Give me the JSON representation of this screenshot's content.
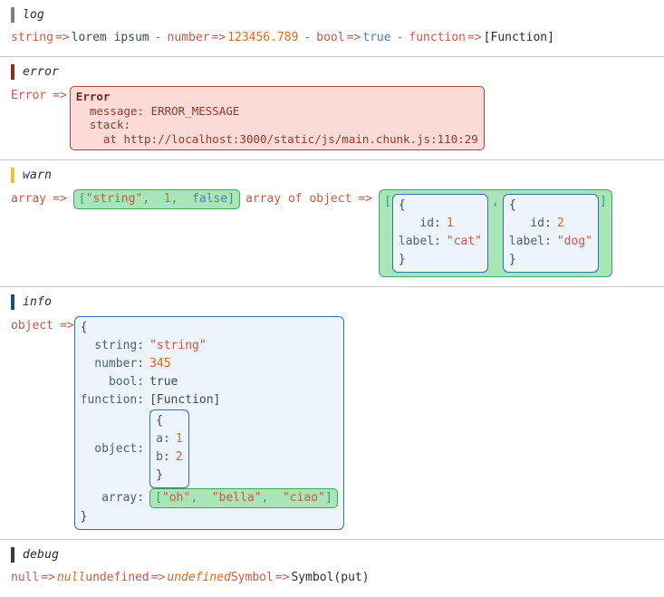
{
  "theme": {
    "log_bar": "#7f7f7f",
    "error_bar": "#8e2f22",
    "warn_bar": "#f2c230",
    "info_bar": "#244a7a",
    "debug_bar": "#3b3b3b",
    "array_bg": "#a8e6b8",
    "array_border": "#45a164",
    "object_bg": "#eef4fb",
    "object_border": "#3b6ea5",
    "error_bg": "#fadbd8",
    "error_border": "#a9463a",
    "label_color": "#c25a46",
    "number_color": "#d2691e",
    "bool_color": "#4a7fbd",
    "string_color": "#c25a46",
    "key_color": "#4a6274"
  },
  "sections": {
    "log": {
      "label": "log",
      "entries": [
        {
          "label": "string",
          "arrow": "=>",
          "value": "lorem ipsum",
          "kind": "plain"
        },
        {
          "label": "number",
          "arrow": "=>",
          "value": "123456.789",
          "kind": "num"
        },
        {
          "label": "bool",
          "arrow": "=>",
          "value": "true",
          "kind": "bool"
        },
        {
          "label": "function",
          "arrow": "=>",
          "value": "[Function]",
          "kind": "fn"
        }
      ],
      "separator": "-"
    },
    "error": {
      "label": "error",
      "entry_label": "Error",
      "arrow": "=>",
      "box": {
        "title": "Error",
        "lines": [
          "  message: ERROR_MESSAGE",
          "  stack:",
          "    at http://localhost:3000/static/js/main.chunk.js:110:29"
        ]
      }
    },
    "warn": {
      "label": "warn",
      "entry1": {
        "label": "array",
        "arrow": "=>",
        "open": "[",
        "close": "]",
        "items": [
          {
            "text": "\"string\"",
            "kind": "str"
          },
          {
            "text": "1",
            "kind": "num"
          },
          {
            "text": "false",
            "kind": "bool"
          }
        ],
        "comma": ","
      },
      "entry2": {
        "label": "array of object",
        "arrow": "=>",
        "open": "[",
        "close": "]",
        "comma": ",",
        "objects": [
          {
            "open": "{",
            "close": "}",
            "rows": [
              {
                "key": "id:",
                "value": "1",
                "kind": "num"
              },
              {
                "key": "label:",
                "value": "\"cat\"",
                "kind": "str"
              }
            ]
          },
          {
            "open": "{",
            "close": "}",
            "rows": [
              {
                "key": "id:",
                "value": "2",
                "kind": "num"
              },
              {
                "key": "label:",
                "value": "\"dog\"",
                "kind": "str"
              }
            ]
          }
        ]
      }
    },
    "info": {
      "label": "info",
      "entry": {
        "label": "object",
        "arrow": "=>",
        "open": "{",
        "close": "}",
        "rows": [
          {
            "key": "string:",
            "value": "\"string\"",
            "kind": "str"
          },
          {
            "key": "number:",
            "value": "345",
            "kind": "num"
          },
          {
            "key": "bool:",
            "value": "true",
            "kind": "plain"
          },
          {
            "key": "function:",
            "value": "[Function]",
            "kind": "plain"
          }
        ],
        "nested_object": {
          "key": "object:",
          "open": "{",
          "close": "}",
          "rows": [
            {
              "key": "a:",
              "value": "1",
              "kind": "num"
            },
            {
              "key": "b:",
              "value": "2",
              "kind": "num"
            }
          ]
        },
        "nested_array": {
          "key": "array:",
          "open": "[",
          "close": "]",
          "comma": ",",
          "items": [
            {
              "text": "\"oh\"",
              "kind": "str"
            },
            {
              "text": "\"bella\"",
              "kind": "str"
            },
            {
              "text": "\"ciao\"",
              "kind": "str"
            }
          ]
        }
      }
    },
    "debug": {
      "label": "debug",
      "entries": [
        {
          "label": "null",
          "arrow": "=>",
          "value": "null",
          "kind": "nullish"
        },
        {
          "label": "undefined",
          "arrow": "=>",
          "value": "undefined",
          "kind": "nullish"
        },
        {
          "label": "Symbol",
          "arrow": "=>",
          "value": "Symbol(put)",
          "kind": "symbol"
        }
      ]
    }
  }
}
